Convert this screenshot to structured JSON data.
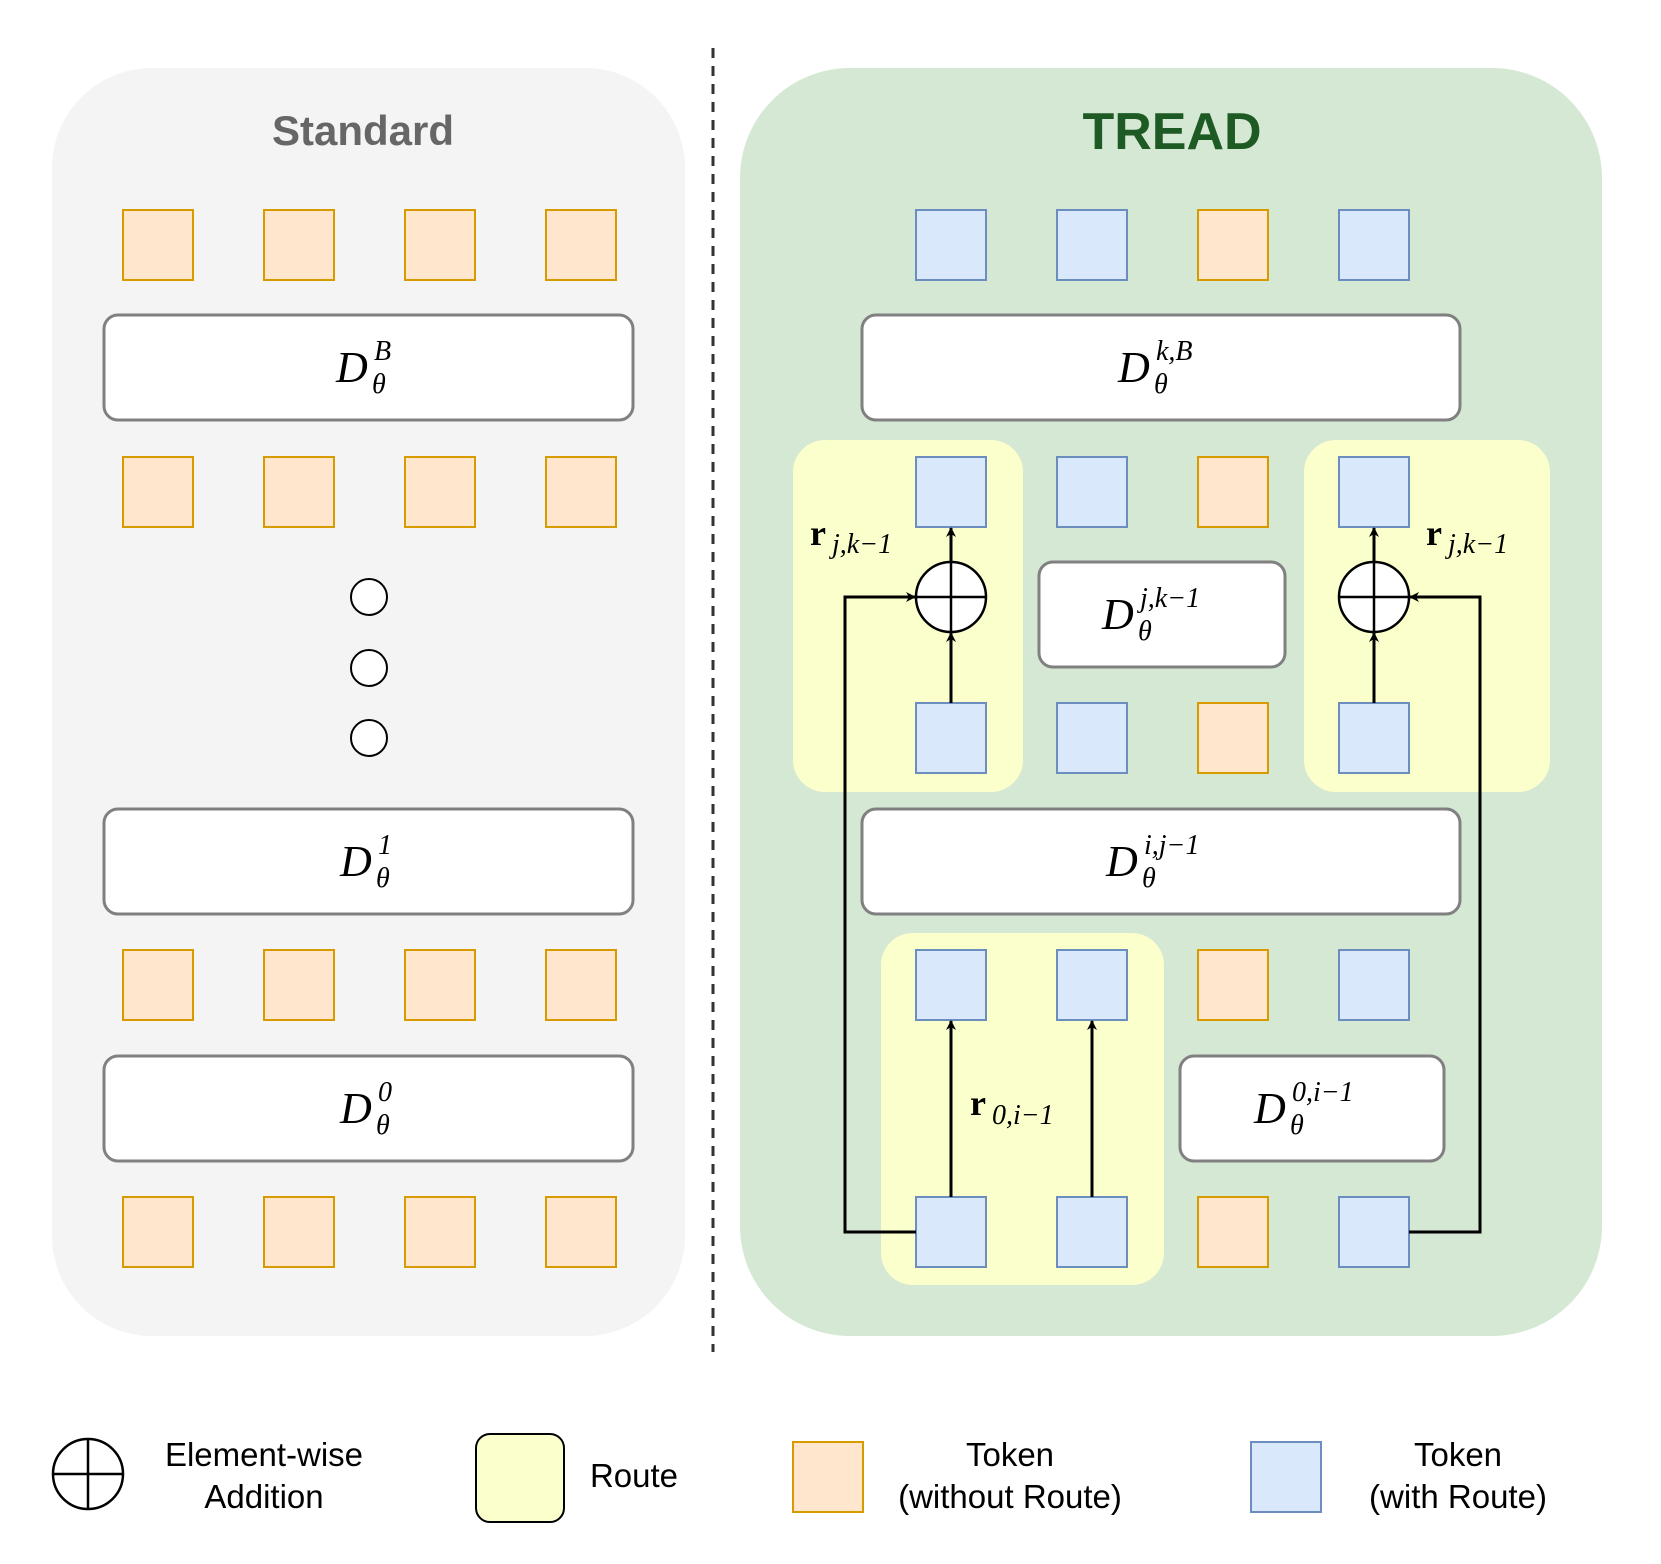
{
  "panels": {
    "standard_title": "Standard",
    "tread_title": "TREAD"
  },
  "standard_blocks": [
    {
      "base": "D",
      "sub": "θ",
      "sup": "B"
    },
    {
      "base": "D",
      "sub": "θ",
      "sup": "1"
    },
    {
      "base": "D",
      "sub": "θ",
      "sup": "0"
    }
  ],
  "tread_blocks": {
    "top": {
      "base": "D",
      "sub": "θ",
      "sup": "k,B"
    },
    "middle": {
      "base": "D",
      "sub": "θ",
      "sup": "j,k−1"
    },
    "wide": {
      "base": "D",
      "sub": "θ",
      "sup": "i,j−1"
    },
    "bottom": {
      "base": "D",
      "sub": "θ",
      "sup": "0,i−1"
    }
  },
  "route_labels": {
    "left": {
      "base": "r",
      "sub": "j,k−1"
    },
    "right": {
      "base": "r",
      "sub": "j,k−1"
    },
    "bottom": {
      "base": "r",
      "sub": "0,i−1"
    }
  },
  "legend": {
    "addition": {
      "line1": "Element-wise",
      "line2": "Addition"
    },
    "route": {
      "line1": "Route"
    },
    "token_without": {
      "line1": "Token",
      "line2": "(without Route)"
    },
    "token_with": {
      "line1": "Token",
      "line2": "(with Route)"
    }
  },
  "colors": {
    "standard_bg": "#f4f4f4",
    "tread_bg": "#d5e8d4",
    "route_bg": "#fbffcc",
    "token_orange_fill": "#ffe6cc",
    "token_orange_stroke": "#d79b00",
    "token_blue_fill": "#dae8fc",
    "token_blue_stroke": "#6c8ebf",
    "title_tread": "#1e5a24"
  }
}
